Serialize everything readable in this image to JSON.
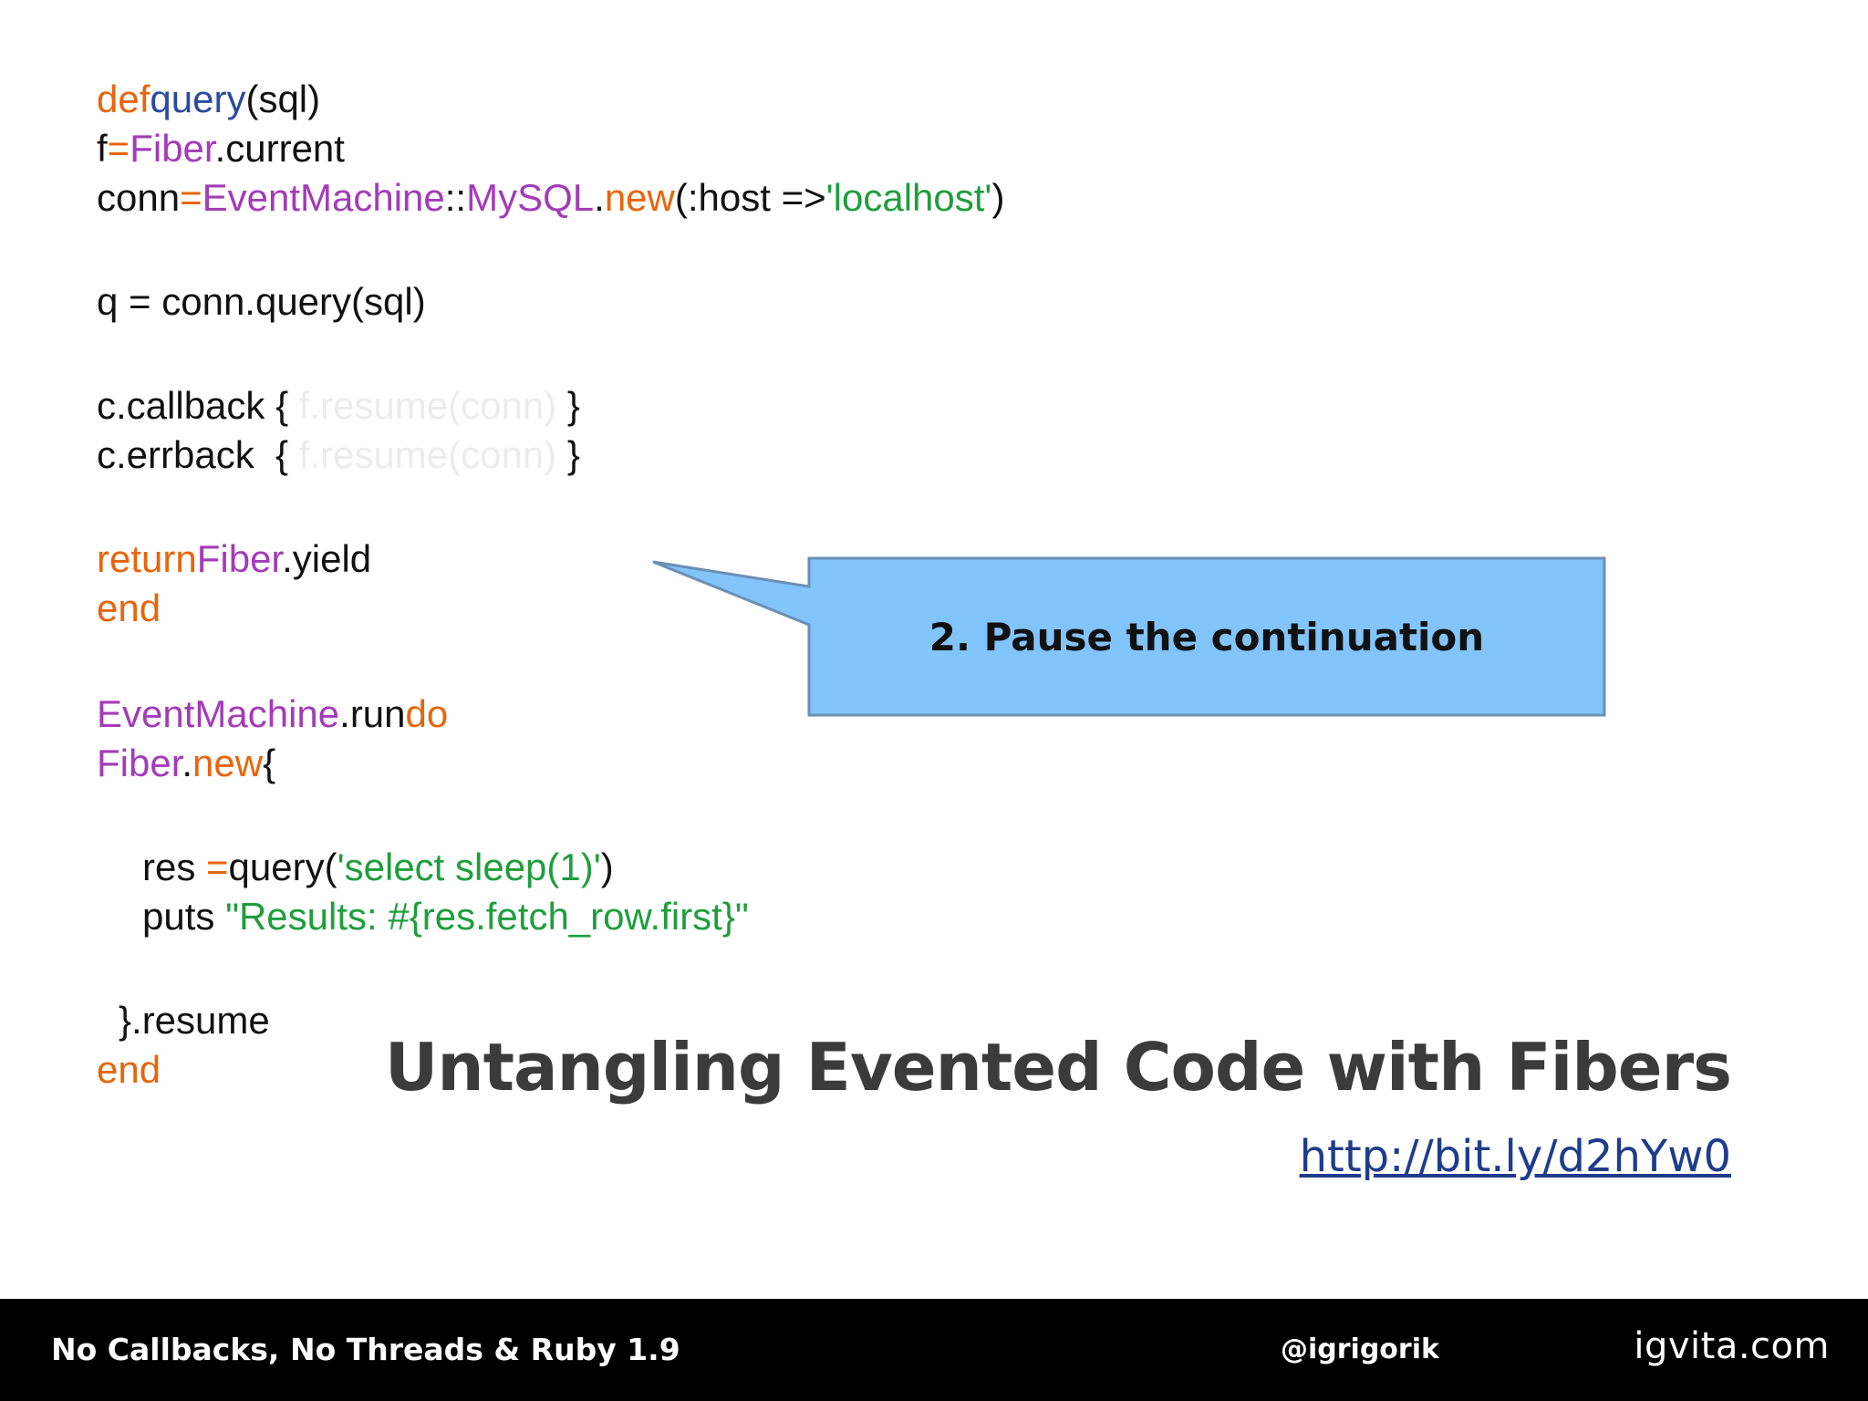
{
  "code": {
    "line1": {
      "kw": "def",
      "fn": "query",
      "rest": "(sql)"
    },
    "line2": {
      "a": "f",
      "op": "=",
      "cls": "Fiber",
      "rest": ".current"
    },
    "line3": {
      "a": "conn",
      "op": "=",
      "cls1": "EventMachine",
      "sep": "::",
      "cls2": "MySQL",
      "dot": ".",
      "kw": "new",
      "mid": "(:host =>",
      "str": "'localhost'",
      "end": ")"
    },
    "line4": "q = conn.query(sql)",
    "line5": {
      "a": "c.callback { ",
      "faint": "f.resume(conn)",
      "end": " }"
    },
    "line6": {
      "a": "c.errback  { ",
      "faint": "f.resume(conn)",
      "end": " }"
    },
    "line7": {
      "kw": "return",
      "cls": "Fiber",
      "rest": ".yield"
    },
    "line8": "end",
    "line9": {
      "cls": "EventMachine",
      "rest": ".run",
      "kw": "do"
    },
    "line10": {
      "cls": "Fiber",
      "dot": ".",
      "kw": "new",
      "rest": "{"
    },
    "line11": {
      "a": "res ",
      "op": "=",
      "b": "query(",
      "str": "'select sleep(1)'",
      "end": ")"
    },
    "line12": {
      "a": "puts ",
      "str": "\"Results: #{res.fetch_row.first}\""
    },
    "line13": "}.resume",
    "line14": "end"
  },
  "callout": {
    "text": "2. Pause the continuation",
    "fill": "#82c4fc",
    "stroke": "#6a8fb5"
  },
  "title": "Untangling Evented Code with Fibers",
  "link": "http://bit.ly/d2hYw0",
  "footer": {
    "left": "No Callbacks, No Threads & Ruby 1.9",
    "handle": "@igrigorik",
    "site": "igvita.com"
  }
}
